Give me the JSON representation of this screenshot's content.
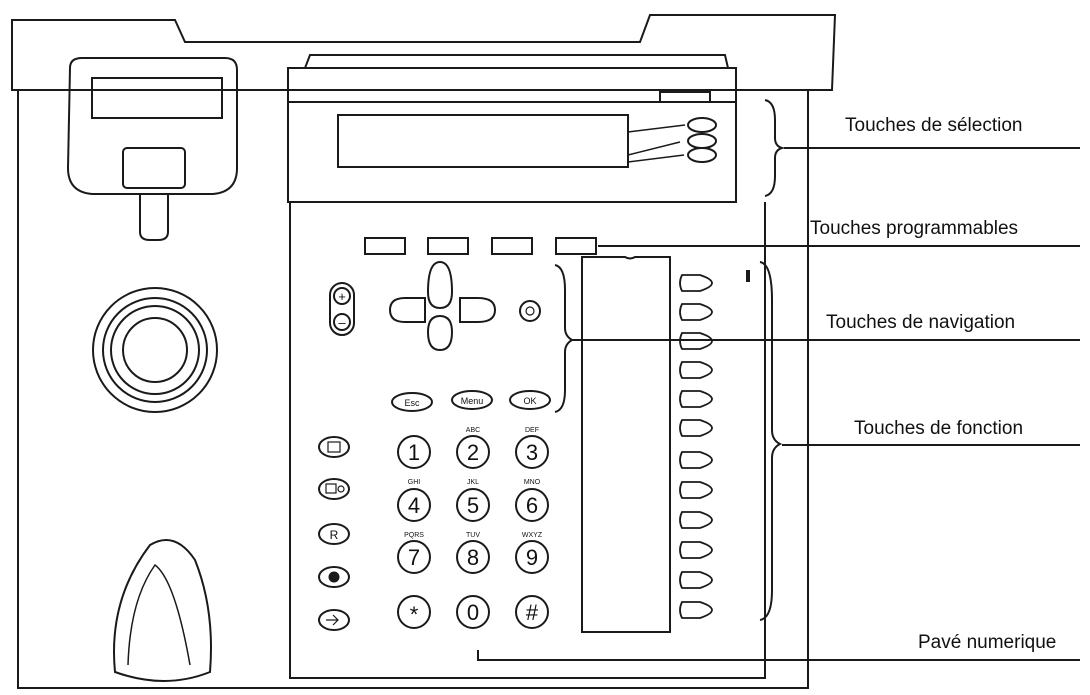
{
  "callouts": {
    "selection": "Touches de sélection",
    "programmables": "Touches programmables",
    "navigation": "Touches de navigation",
    "fonction": "Touches de fonction",
    "pave": "Pavé numerique"
  },
  "keys": {
    "esc": "Esc",
    "menu": "Menu",
    "ok": "OK",
    "plus": "+",
    "minus": "–",
    "k1": "1",
    "k2": "2",
    "k3": "3",
    "k4": "4",
    "k5": "5",
    "k6": "6",
    "k7": "7",
    "k8": "8",
    "k9": "9",
    "kstar": "*",
    "k0": "0",
    "khash": "#",
    "r": "R",
    "l2": "ABC",
    "l3": "DEF",
    "l4": "GHI",
    "l5": "JKL",
    "l6": "MNO",
    "l7": "PQRS",
    "l8": "TUV",
    "l9": "WXYZ"
  },
  "colors": {
    "line": "#1a1a1a",
    "bg": "#ffffff"
  }
}
